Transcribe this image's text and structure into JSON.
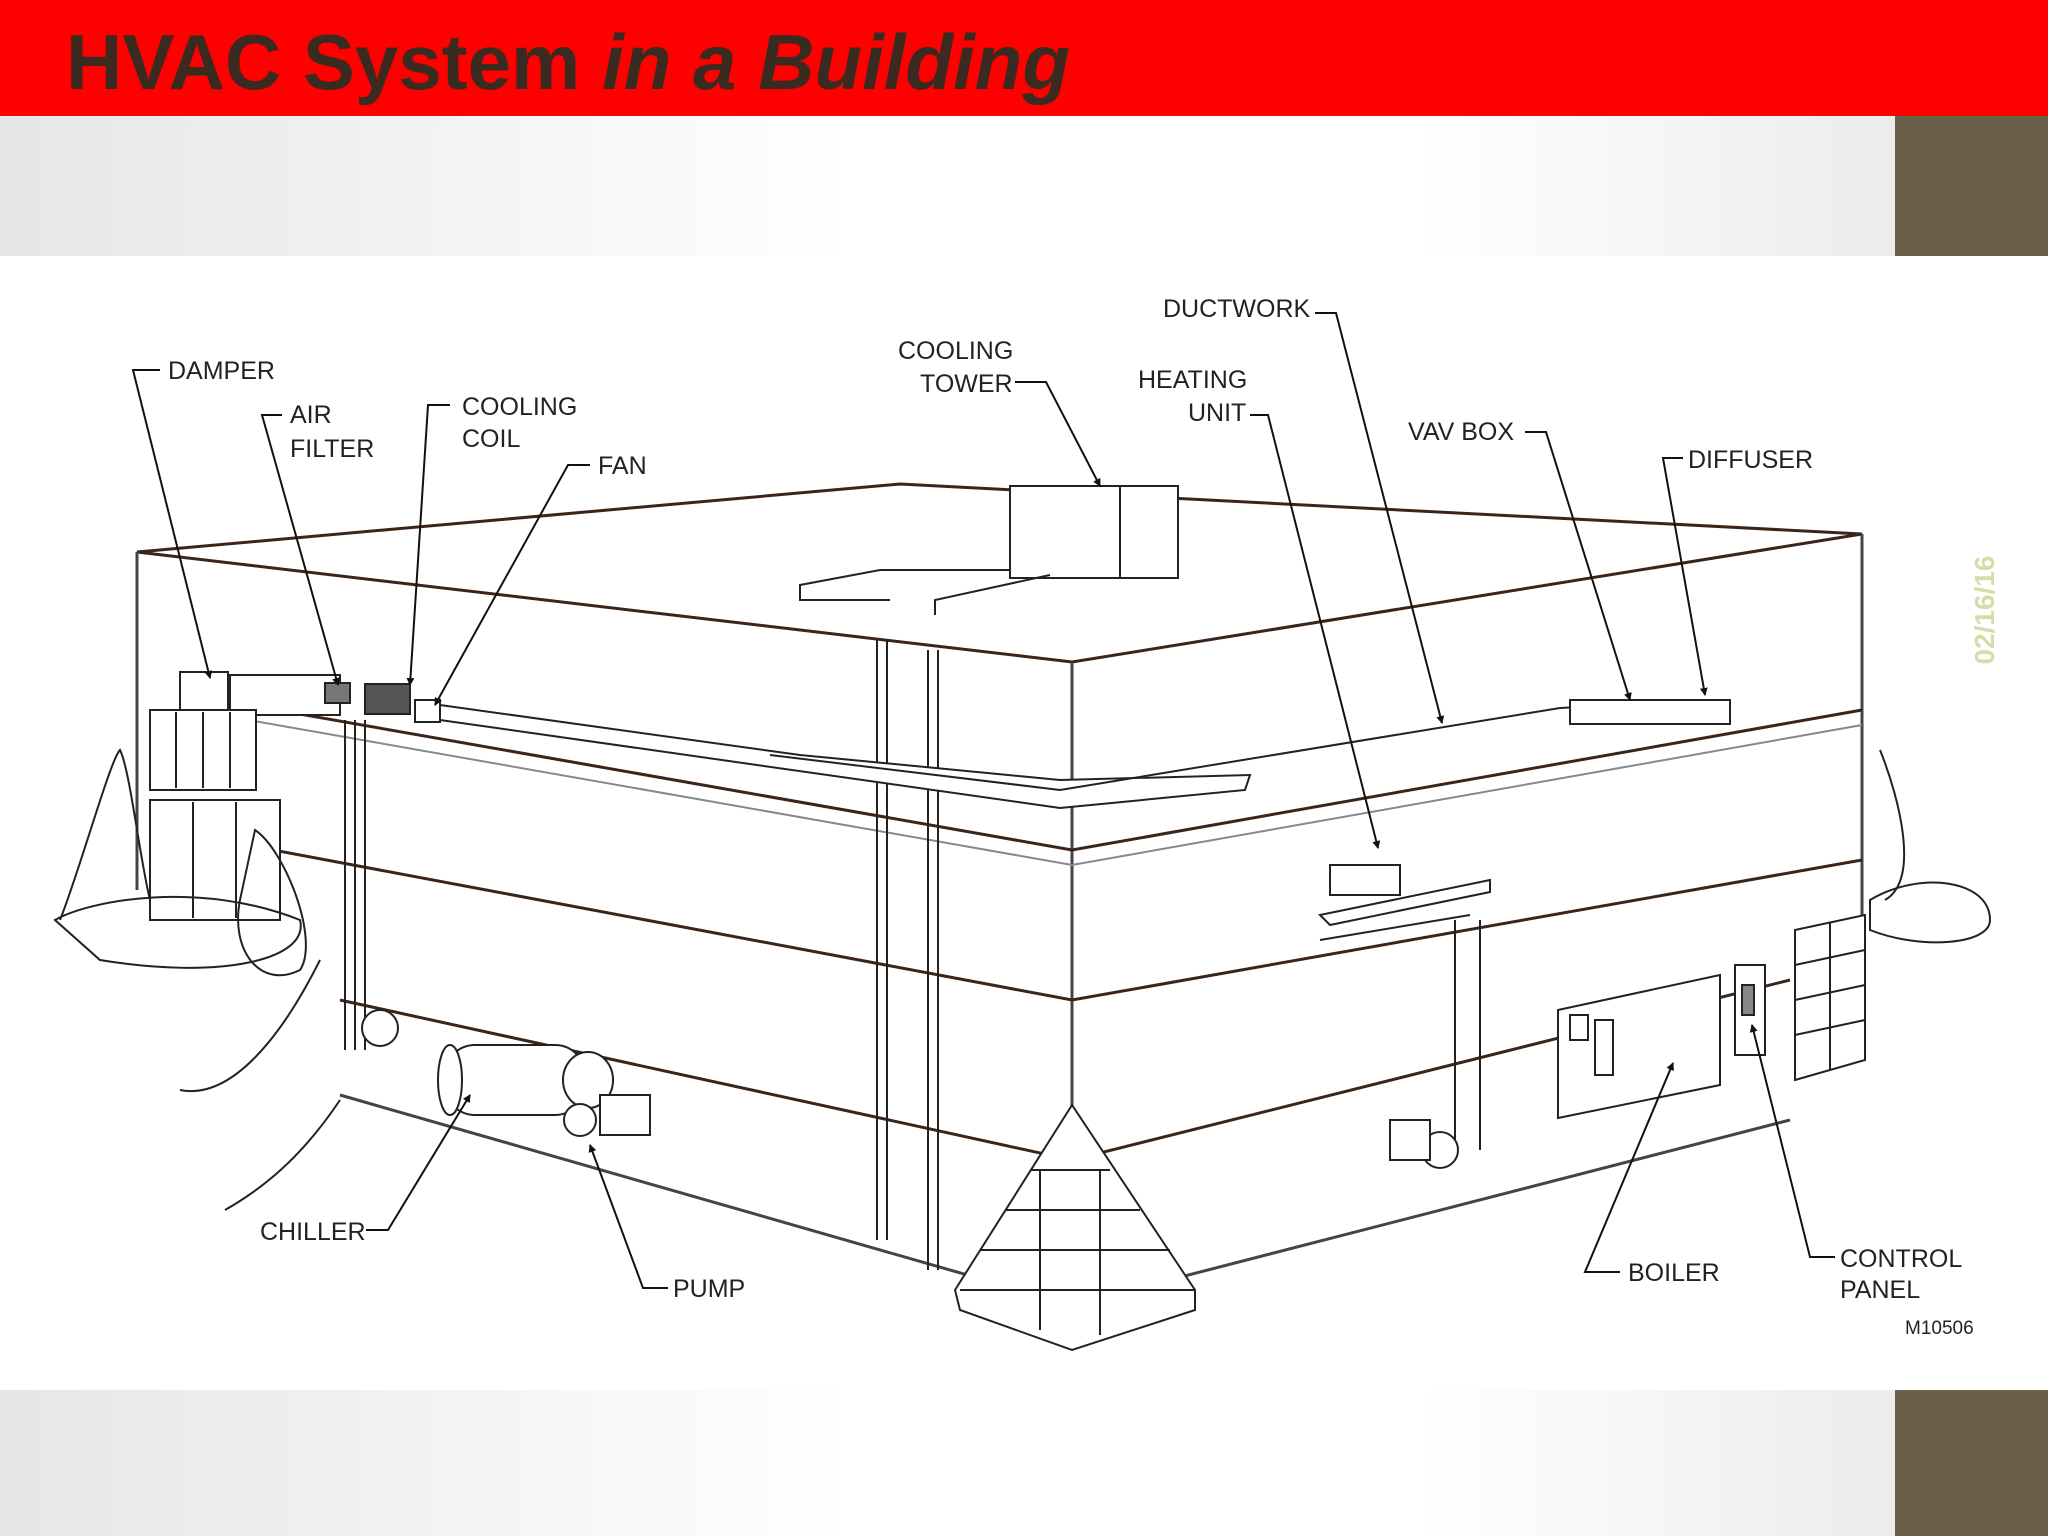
{
  "header": {
    "title_regular": "HVAC System ",
    "title_italic": "in a Building",
    "bar_color": "#ff0000",
    "title_color": "#3a2a20",
    "accent_color": "#6b5e4b"
  },
  "date_stamp": "02/16/16",
  "labels": {
    "damper": "DAMPER",
    "air_filter_1": "AIR",
    "air_filter_2": "FILTER",
    "cooling_coil_1": "COOLING",
    "cooling_coil_2": "COIL",
    "fan": "FAN",
    "cooling_tower_1": "COOLING",
    "cooling_tower_2": "TOWER",
    "ductwork": "DUCTWORK",
    "heating_unit_1": "HEATING",
    "heating_unit_2": "UNIT",
    "vav_box": "VAV BOX",
    "diffuser": "DIFFUSER",
    "chiller": "CHILLER",
    "pump": "PUMP",
    "boiler": "BOILER",
    "control_panel_1": "CONTROL",
    "control_panel_2": "PANEL",
    "figure_code": "M10506"
  }
}
